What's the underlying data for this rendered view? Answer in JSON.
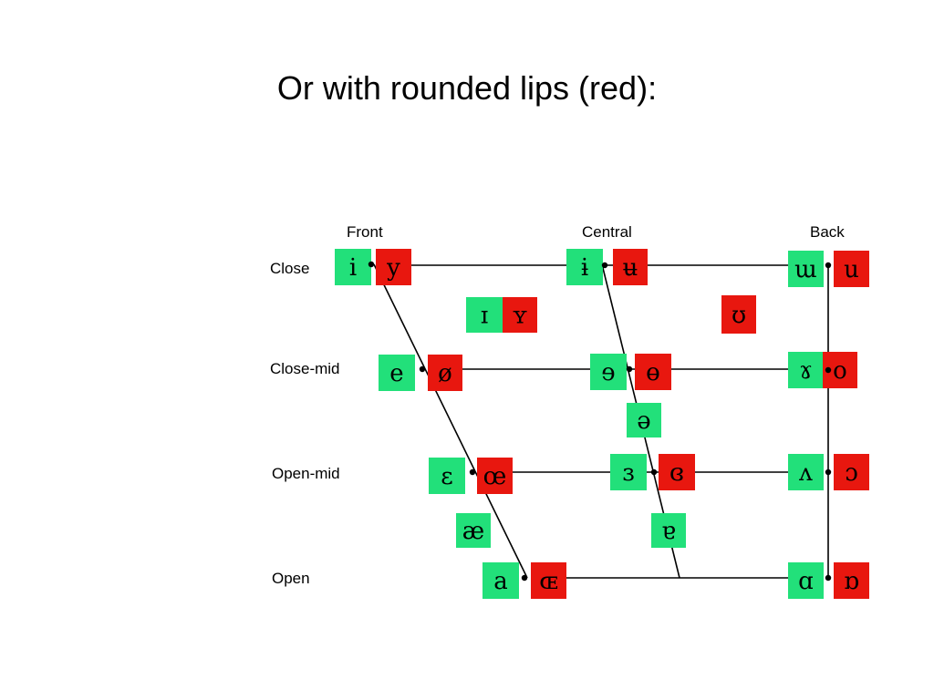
{
  "title": "Or with rounded lips (red):",
  "colors": {
    "unrounded": "#22e07a",
    "rounded": "#e8170f",
    "line": "#000000"
  },
  "columns": [
    "Front",
    "Central",
    "Back"
  ],
  "rows": [
    "Close",
    "Close-mid",
    "Open-mid",
    "Open"
  ],
  "vowels": [
    {
      "id": "i",
      "symbol": "i",
      "rounded": false
    },
    {
      "id": "y",
      "symbol": "y",
      "rounded": true
    },
    {
      "id": "barred-i",
      "symbol": "ɨ",
      "rounded": false
    },
    {
      "id": "barred-u",
      "symbol": "ʉ",
      "rounded": true
    },
    {
      "id": "turned-m",
      "symbol": "ɯ",
      "rounded": false
    },
    {
      "id": "u",
      "symbol": "u",
      "rounded": true
    },
    {
      "id": "small-cap-i",
      "symbol": "ɪ",
      "rounded": false
    },
    {
      "id": "small-cap-y",
      "symbol": "ʏ",
      "rounded": true
    },
    {
      "id": "upsilon",
      "symbol": "ʊ",
      "rounded": true
    },
    {
      "id": "e",
      "symbol": "e",
      "rounded": false
    },
    {
      "id": "o-slash",
      "symbol": "ø",
      "rounded": true
    },
    {
      "id": "reversed-e",
      "symbol": "ɘ",
      "rounded": false
    },
    {
      "id": "barred-o",
      "symbol": "ɵ",
      "rounded": true
    },
    {
      "id": "rams-horn",
      "symbol": "ɤ",
      "rounded": false
    },
    {
      "id": "o",
      "symbol": "o",
      "rounded": true
    },
    {
      "id": "schwa",
      "symbol": "ə",
      "rounded": false
    },
    {
      "id": "epsilon",
      "symbol": "ɛ",
      "rounded": false
    },
    {
      "id": "oe-ligature",
      "symbol": "œ",
      "rounded": true
    },
    {
      "id": "reversed-epsilon",
      "symbol": "ɜ",
      "rounded": false
    },
    {
      "id": "closed-reversed-epsilon",
      "symbol": "ɞ",
      "rounded": true
    },
    {
      "id": "turned-v",
      "symbol": "ʌ",
      "rounded": false
    },
    {
      "id": "open-o",
      "symbol": "ɔ",
      "rounded": true
    },
    {
      "id": "ash",
      "symbol": "æ",
      "rounded": false
    },
    {
      "id": "turned-a",
      "symbol": "ɐ",
      "rounded": false
    },
    {
      "id": "a",
      "symbol": "a",
      "rounded": false
    },
    {
      "id": "small-cap-oe",
      "symbol": "ɶ",
      "rounded": true
    },
    {
      "id": "script-a",
      "symbol": "ɑ",
      "rounded": false
    },
    {
      "id": "turned-script-a",
      "symbol": "ɒ",
      "rounded": true
    }
  ]
}
